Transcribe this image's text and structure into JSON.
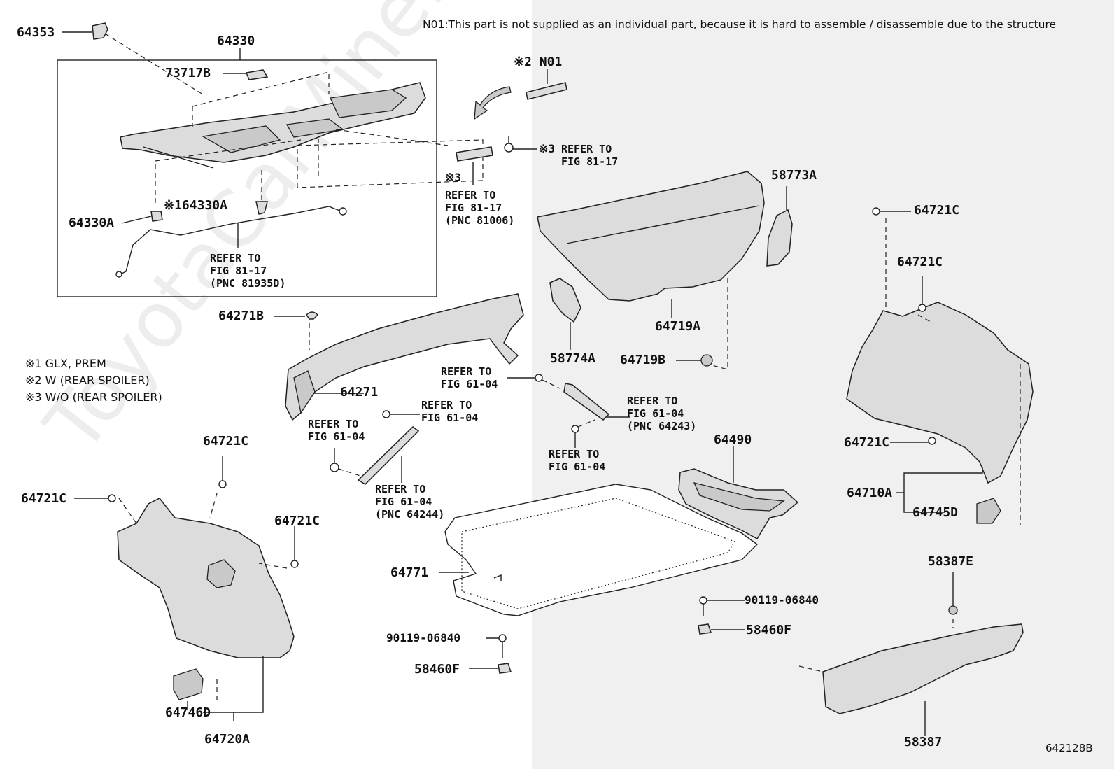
{
  "note_top": "N01:This part is not supplied as an individual part, because it is hard to assemble / disassemble due to the structure",
  "watermark": "ToyotaCarMine.ru",
  "figure_id": "642128B",
  "legend": {
    "l1": "※1 GLX, PREM",
    "l2": "※2 W (REAR SPOILER)",
    "l3": "※3 W/O (REAR SPOILER)"
  },
  "labels": {
    "p64353": "64353",
    "p64330": "64330",
    "p73717B": "73717B",
    "p64330A_left": "64330A",
    "p64330A_mid": "※164330A",
    "p64271B": "64271B",
    "p64271": "64271",
    "p64721C_a": "64721C",
    "p64721C_b": "64721C",
    "p64721C_c": "64721C",
    "p64721C_d": "64721C",
    "p64721C_e": "64721C",
    "p64721C_f": "64721C",
    "p64746D": "64746D",
    "p64720A": "64720A",
    "pN01": "※2 N01",
    "p3_screw": "※3",
    "p3_strip": "※3",
    "p58773A": "58773A",
    "p58774A": "58774A",
    "p64719A": "64719A",
    "p64719B": "64719B",
    "p64490": "64490",
    "p64771": "64771",
    "p90119_a": "90119-06840",
    "p90119_b": "90119-06840",
    "p58460F_a": "58460F",
    "p58460F_b": "58460F",
    "p64710A": "64710A",
    "p64745D": "64745D",
    "p58387E": "58387E",
    "p58387": "58387"
  },
  "refs": {
    "r1": "REFER TO\nFIG 81-17",
    "r2": "REFER TO\nFIG 81-17\n(PNC 81006)",
    "r3": "REFER TO\nFIG 81-17\n(PNC 81935D)",
    "r4": "REFER TO\nFIG 61-04",
    "r5": "REFER TO\nFIG 61-04",
    "r6": "REFER TO\nFIG 61-04",
    "r7": "REFER TO\nFIG 61-04\n(PNC 64243)",
    "r8": "REFER TO\nFIG 61-04",
    "r9": "REFER TO\nFIG 61-04\n(PNC 64244)"
  },
  "colors": {
    "line": "#222222",
    "part_fill": "#d9d9d9",
    "right_bg": "#f0f0f0"
  }
}
